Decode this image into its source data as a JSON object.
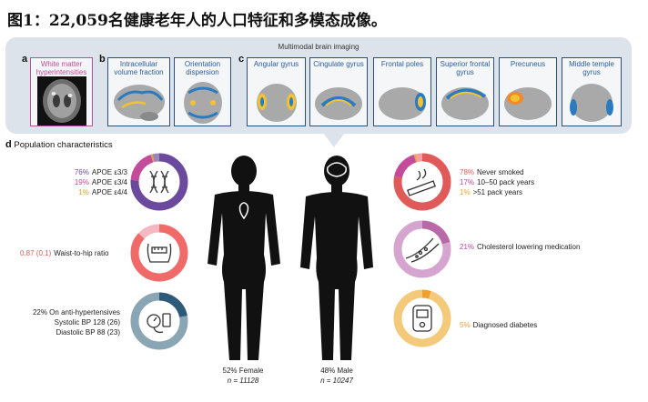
{
  "title": "图1：22,059名健康老年人的人口特征和多模态成像。",
  "imaging": {
    "heading": "Multimodal brain imaging",
    "panel_a": "a",
    "panel_b": "b",
    "panel_c": "c",
    "a_label": "White matter hyperintensities",
    "b_labels": [
      "Intracellular volume fraction",
      "Orientation dispersion"
    ],
    "c_labels": [
      "Angular gyrus",
      "Cingulate gyrus",
      "Frontal poles",
      "Superior frontal gyrus",
      "Precuneus",
      "Middle temple gyrus"
    ]
  },
  "population": {
    "letter": "d",
    "heading": "Population characteristics",
    "apoe": [
      {
        "pct": "76%",
        "label": "APOE ε3/3",
        "value": 76,
        "color": "#6b4a9e"
      },
      {
        "pct": "19%",
        "label": "APOE ε3/4",
        "value": 19,
        "color": "#c44a9a"
      },
      {
        "pct": "1%",
        "label": "APOE ε4/4",
        "value": 1,
        "color": "#e6a22e"
      }
    ],
    "waist": {
      "value": "0.87 (0.1)",
      "label": "Waist-to-hip ratio",
      "fraction": 0.87
    },
    "bp": [
      {
        "text": "22% On anti-hypertensives",
        "value": 22
      },
      {
        "text": "Systolic BP 128 (26)"
      },
      {
        "text": "Diastolic BP 88 (23)"
      }
    ],
    "smoking": [
      {
        "pct": "78%",
        "label": "Never smoked",
        "value": 78,
        "color": "#e05a5a"
      },
      {
        "pct": "17%",
        "label": "10–50 pack years",
        "value": 17,
        "color": "#c44a9a"
      },
      {
        "pct": "1%",
        "label": ">51 pack years",
        "value": 1,
        "color": "#e6a22e"
      }
    ],
    "cholesterol": {
      "pct": "21%",
      "label": "Cholesterol lowering medication",
      "value": 21
    },
    "diabetes": {
      "pct": "5%",
      "label": "Diagnosed diabetes",
      "value": 5
    },
    "female": {
      "pct": "52% Female",
      "n": "n = 11128"
    },
    "male": {
      "pct": "48% Male",
      "n": "n = 10247"
    }
  },
  "colors": {
    "purple": "#6b4a9e",
    "pink": "#c44a9a",
    "orange": "#e6a22e",
    "red": "#f06a6a",
    "light_red": "#f4b8c2",
    "teal": "#2d5a78",
    "slate": "#8aa6b4",
    "mauve": "#d6a5cf",
    "mauve_dark": "#b86aa8",
    "gold": "#f5c97a",
    "gold_dark": "#f0a030"
  }
}
